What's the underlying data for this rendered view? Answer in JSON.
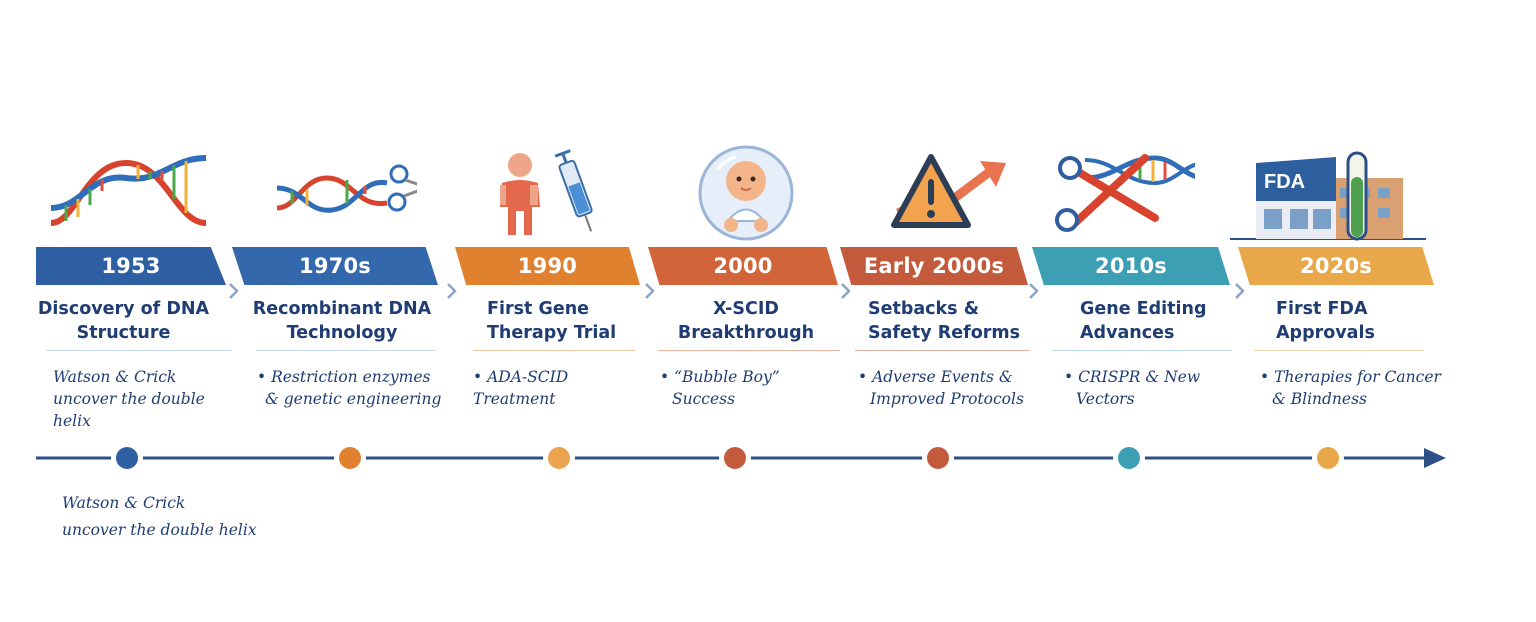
{
  "milestones": [
    {
      "year": "1953",
      "title_line1": "Discovery of DNA",
      "title_line2": "Structure",
      "desc_line1": "Watson & Crick",
      "desc_line2": "uncover the double helix",
      "color": "#2e5fa3",
      "rule_color": "#c9d6ea",
      "icon": "dna-helix-icon"
    },
    {
      "year": "1970s",
      "title_line1": "Recombinant DNA",
      "title_line2": "Technology",
      "desc_line1": "• Restriction enzymes",
      "desc_line2": "& genetic engineering",
      "color": "#3468ad",
      "rule_color": "#c9d6ea",
      "icon": "dna-scissors-icon"
    },
    {
      "year": "1990",
      "title_line1": "First Gene",
      "title_line2": "Therapy Trial",
      "desc_line1": "• ADA-SCID Treatment",
      "desc_line2": "",
      "color": "#e0812f",
      "rule_color": "#f0c9a6",
      "icon": "patient-syringe-icon"
    },
    {
      "year": "2000",
      "title_line1": "X-SCID",
      "title_line2": "Breakthrough",
      "desc_line1": "• “Bubble Boy”",
      "desc_line2": "Success",
      "color": "#d2643a",
      "rule_color": "#eab59f",
      "icon": "bubble-baby-icon"
    },
    {
      "year": "Early 2000s",
      "title_line1": "Setbacks &",
      "title_line2": "Safety Reforms",
      "desc_line1": "• Adverse Events &",
      "desc_line2": "Improved Protocols",
      "color": "#c35a3c",
      "rule_color": "#e6b2a2",
      "icon": "warning-arrow-icon"
    },
    {
      "year": "2010s",
      "title_line1": "Gene Editing",
      "title_line2": "Advances",
      "desc_line1": "• CRISPR & New",
      "desc_line2": "Vectors",
      "color": "#3c9fb3",
      "rule_color": "#bcdde4",
      "icon": "crispr-scissors-icon"
    },
    {
      "year": "2020s",
      "title_line1": "First FDA",
      "title_line2": "Approvals",
      "desc_line1": "• Therapies for Cancer",
      "desc_line2": "& Blindness",
      "color": "#e8a84a",
      "rule_color": "#f1d5ad",
      "icon": "fda-building-icon"
    }
  ],
  "timeline": {
    "line_color": "#2e4f86",
    "dot_colors": [
      "#2e5fa3",
      "#e0812f",
      "#eba34f",
      "#c35a3c",
      "#c35a3c",
      "#3c9fb3",
      "#e8a84a"
    ]
  },
  "footnote": {
    "line1": "Watson & Crick",
    "line2": "uncover the double helix"
  }
}
